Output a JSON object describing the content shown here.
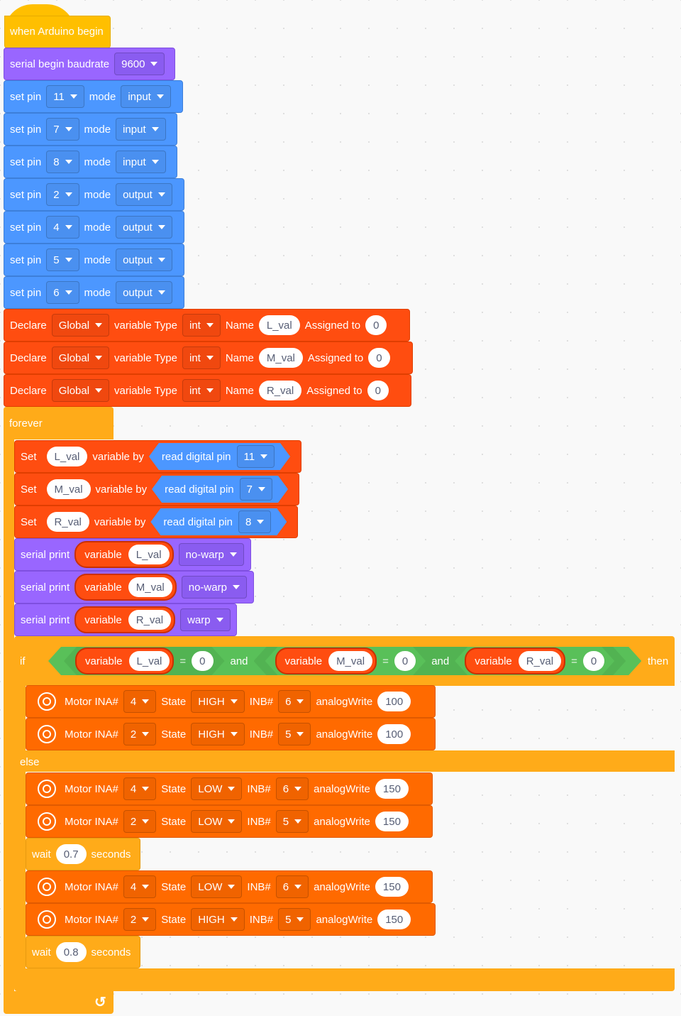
{
  "hat": {
    "label": "when Arduino begin"
  },
  "serial_begin": {
    "label": "serial begin baudrate",
    "baud": "9600"
  },
  "pin_modes": [
    {
      "label": "set pin",
      "pin": "11",
      "mode_label": "mode",
      "mode": "input"
    },
    {
      "label": "set pin",
      "pin": "7",
      "mode_label": "mode",
      "mode": "input"
    },
    {
      "label": "set pin",
      "pin": "8",
      "mode_label": "mode",
      "mode": "input"
    },
    {
      "label": "set pin",
      "pin": "2",
      "mode_label": "mode",
      "mode": "output"
    },
    {
      "label": "set pin",
      "pin": "4",
      "mode_label": "mode",
      "mode": "output"
    },
    {
      "label": "set pin",
      "pin": "5",
      "mode_label": "mode",
      "mode": "output"
    },
    {
      "label": "set pin",
      "pin": "6",
      "mode_label": "mode",
      "mode": "output"
    }
  ],
  "declares": [
    {
      "label": "Declare",
      "scope": "Global",
      "type_label": "variable Type",
      "type": "int",
      "name_label": "Name",
      "name": "L_val",
      "assign_label": "Assigned to",
      "value": "0"
    },
    {
      "label": "Declare",
      "scope": "Global",
      "type_label": "variable Type",
      "type": "int",
      "name_label": "Name",
      "name": "M_val",
      "assign_label": "Assigned to",
      "value": "0"
    },
    {
      "label": "Declare",
      "scope": "Global",
      "type_label": "variable Type",
      "type": "int",
      "name_label": "Name",
      "name": "R_val",
      "assign_label": "Assigned to",
      "value": "0"
    }
  ],
  "forever": {
    "label": "forever",
    "loop_icon": "loop-arrow-icon",
    "loop_glyph": "↺"
  },
  "set_vars": [
    {
      "label": "Set",
      "var": "L_val",
      "by_label": "variable by",
      "reader": "read digital pin",
      "pin": "11"
    },
    {
      "label": "Set",
      "var": "M_val",
      "by_label": "variable by",
      "reader": "read digital pin",
      "pin": "7"
    },
    {
      "label": "Set",
      "var": "R_val",
      "by_label": "variable by",
      "reader": "read digital pin",
      "pin": "8"
    }
  ],
  "serial_prints": [
    {
      "label": "serial print",
      "var_label": "variable",
      "var": "L_val",
      "mode": "no-warp"
    },
    {
      "label": "serial print",
      "var_label": "variable",
      "var": "M_val",
      "mode": "no-warp"
    },
    {
      "label": "serial print",
      "var_label": "variable",
      "var": "R_val",
      "mode": "warp"
    }
  ],
  "if_block": {
    "if_label": "if",
    "then_label": "then",
    "else_label": "else",
    "and_label": "and",
    "conditions": [
      {
        "var_label": "variable",
        "var": "L_val",
        "op": "=",
        "value": "0"
      },
      {
        "var_label": "variable",
        "var": "M_val",
        "op": "=",
        "value": "0"
      },
      {
        "var_label": "variable",
        "var": "R_val",
        "op": "=",
        "value": "0"
      }
    ]
  },
  "motor_labels": {
    "ina": "Motor INA#",
    "state": "State",
    "inb": "INB#",
    "analog": "analogWrite"
  },
  "then_motors": [
    {
      "ina": "4",
      "state": "HIGH",
      "inb": "6",
      "analog": "100"
    },
    {
      "ina": "2",
      "state": "HIGH",
      "inb": "5",
      "analog": "100"
    }
  ],
  "else_motors_1": [
    {
      "ina": "4",
      "state": "LOW",
      "inb": "6",
      "analog": "150"
    },
    {
      "ina": "2",
      "state": "LOW",
      "inb": "5",
      "analog": "150"
    }
  ],
  "wait_1": {
    "label": "wait",
    "value": "0.7",
    "unit": "seconds"
  },
  "else_motors_2": [
    {
      "ina": "4",
      "state": "LOW",
      "inb": "6",
      "analog": "150"
    },
    {
      "ina": "2",
      "state": "HIGH",
      "inb": "5",
      "analog": "150"
    }
  ],
  "wait_2": {
    "label": "wait",
    "value": "0.8",
    "unit": "seconds"
  },
  "colors": {
    "events": "#ffbf00",
    "pins": "#4c97ff",
    "serial": "#9966ff",
    "variables": "#ff4d10",
    "control": "#ffab19",
    "motors": "#ff6a00",
    "operators": "#59c059"
  }
}
